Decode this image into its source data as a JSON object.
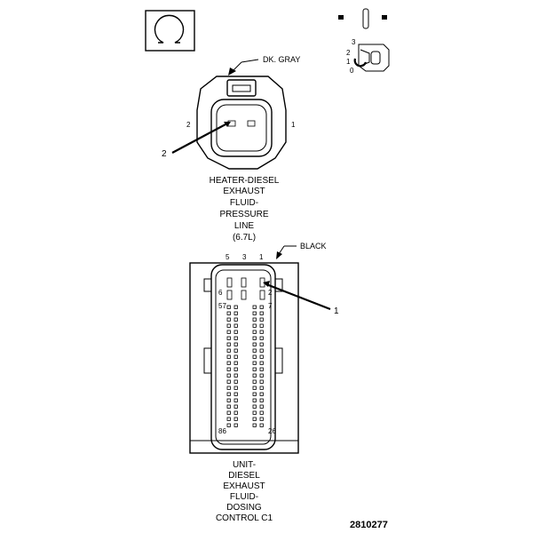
{
  "connector_top": {
    "color_label": "DK. GRAY",
    "pin_left": "2",
    "pin_right": "1",
    "callout": "2",
    "caption_lines": [
      "HEATER-DIESEL",
      "EXHAUST",
      "FLUID-",
      "PRESSURE",
      "LINE",
      "(6.7L)"
    ]
  },
  "connector_bottom": {
    "color_label": "BLACK",
    "top_pins": [
      "5",
      "3",
      "1"
    ],
    "pin_6": "6",
    "pin_2": "2",
    "pin_57": "57",
    "pin_7": "7",
    "pin_86": "86",
    "pin_26": "26",
    "callout": "1",
    "caption_lines": [
      "UNIT-",
      "DIESEL",
      "EXHAUST",
      "FLUID-",
      "DOSING",
      "CONTROL C1"
    ]
  },
  "small_view": {
    "side_numbers": [
      "3",
      "2",
      "1",
      "0"
    ]
  },
  "figure_number": "2810277",
  "icons": [
    "terminal-omega-icon",
    "terminal-pin-icon",
    "terminal-clip-icon"
  ]
}
